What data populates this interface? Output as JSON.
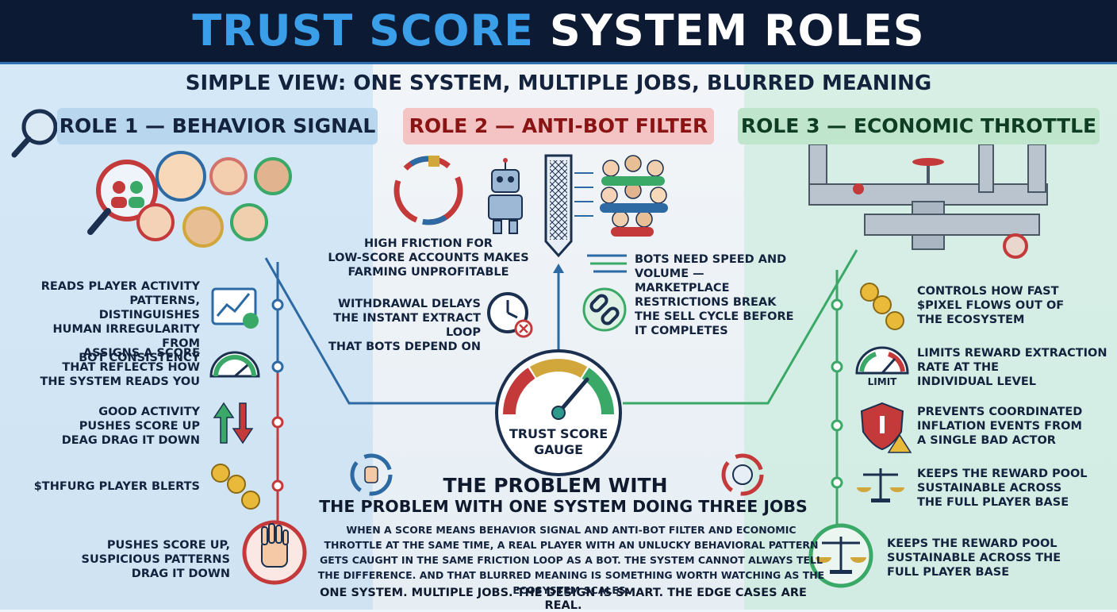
{
  "header": {
    "title_part1": "TRUST SCORE",
    "title_part2": "SYSTEM ROLES"
  },
  "subtitle": "SIMPLE VIEW: ONE SYSTEM, MULTIPLE JOBS, BLURRED MEANING",
  "roles": [
    {
      "label": "ROLE 1 — BEHAVIOR SIGNAL"
    },
    {
      "label": "ROLE 2 — ANTI-BOT FILTER"
    },
    {
      "label": "ROLE 3 — ECONOMIC THROTTLE"
    }
  ],
  "role1": {
    "items": [
      {
        "lines": [
          "READS PLAYER ACTIVITY",
          "PATTERNS, DISTINGUISHES",
          "HUMAN IRREGULARITY FROM",
          "BOT CONSISTENCY"
        ]
      },
      {
        "lines": [
          "ASSIGNS A SCORE",
          "THAT REFLECTS HOW",
          "THE SYSTEM READS YOU"
        ]
      },
      {
        "lines": [
          "GOOD ACTIVITY",
          "PUSHES SCORE UP",
          "DEAG DRAG IT DOWN"
        ]
      },
      {
        "lines": [
          "$THFURG PLAYER BLERTS"
        ]
      },
      {
        "lines": [
          "PUSHES SCORE UP,",
          "SUSPICIOUS PATTERNS",
          "DRAG IT DOWN"
        ]
      }
    ]
  },
  "role2": {
    "items": [
      {
        "lines": [
          "HIGH FRICTION FOR",
          "LOW-SCORE ACCOUNTS MAKES",
          "FARMING UNPROFITABLE"
        ]
      },
      {
        "lines": [
          "WITHDRAWAL DELAYS",
          "THE INSTANT EXTRACT LOOP",
          "THAT BOTS DEPEND ON"
        ]
      },
      {
        "lines": [
          "BOTS NEED SPEED AND",
          "VOLUME —",
          "MARKETPLACE",
          "RESTRICTIONS BREAK",
          "THE SELL CYCLE BEFORE",
          "IT COMPLETES"
        ]
      }
    ]
  },
  "role3": {
    "items": [
      {
        "lines": [
          "CONTROLS HOW FAST",
          "$PIXEL FLOWS OUT OF",
          "THE ECOSYSTEM"
        ]
      },
      {
        "lines": [
          "LIMITS REWARD EXTRACTION",
          "RATE AT THE",
          "INDIVIDUAL LEVEL"
        ]
      },
      {
        "lines": [
          "PREVENTS COORDINATED",
          "INFLATION EVENTS FROM",
          "A SINGLE BAD ACTOR"
        ]
      },
      {
        "lines": [
          "KEEPS THE REWARD POOL",
          "SUSTAINABLE ACROSS",
          "THE FULL PLAYER BASE"
        ]
      },
      {
        "lines": [
          "KEEPS THE REWARD POOL",
          "SUSTAINABLE ACROSS THE",
          "FULL PLAYER BASE"
        ]
      }
    ],
    "limit_label": "LIMIT"
  },
  "gauge": {
    "label": "TRUST SCORE GAUGE"
  },
  "problem": {
    "title": "THE PROBLEM WITH",
    "subtitle": "THE PROBLEM WITH ONE SYSTEM DOING THREE JOBS",
    "body": "WHEN A SCORE MEANS BEHAVIOR SIGNAL AND ANTI-BOT FILTER AND ECONOMIC THROTTLE AT THE SAME TIME, A REAL PLAYER WITH AN UNLUCKY BEHAVIORAL PATTERN GETS CAUGHT IN THE SAME FRICTION LOOP AS A BOT. THE SYSTEM CANNOT ALWAYS TELL THE DIFFERENCE. AND THAT BLURRED MEANING IS SOMETHING WORTH WATCHING AS THE ECOSYSTEM SCALES."
  },
  "footer": "ONE SYSTEM. MULTIPLE JOBS. THE DESIGN IS SMART. THE EDGE CASES ARE REAL.",
  "colors": {
    "header_bg": "#0c1a33",
    "accent_blue": "#3a9ee8",
    "role2_red": "#c43a3a",
    "role3_green": "#3aa867",
    "line_blue": "#2d6aa3"
  },
  "icons": [
    "magnifier-icon",
    "people-icon",
    "chart-check-icon",
    "speedometer-icon",
    "up-down-arrows-icon",
    "coins-icon",
    "hand-stop-icon",
    "recycle-loop-icon",
    "robot-icon",
    "filter-mesh-icon",
    "crowd-icon",
    "clock-icon",
    "speed-arrows-icon",
    "chain-link-icon",
    "gauge-icon",
    "pipes-icon",
    "coin-flow-icon",
    "limit-gauge-icon",
    "shield-alert-icon",
    "balance-scale-icon"
  ]
}
